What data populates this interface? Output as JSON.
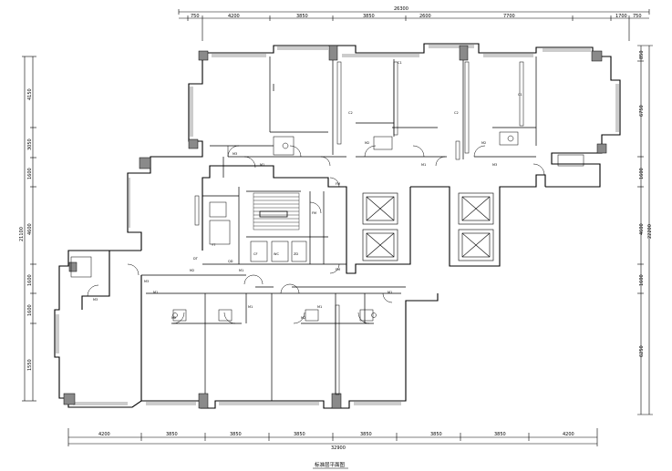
{
  "drawing": {
    "title": "标准层平面图",
    "top_dims": {
      "total": "26300",
      "segments": [
        "750",
        "4200",
        "3850",
        "3850",
        "2600",
        "7700",
        "1700",
        "750"
      ]
    },
    "bottom_dims": {
      "total": "32900",
      "segments": [
        "4200",
        "3850",
        "3850",
        "3850",
        "3850",
        "3850",
        "3850",
        "4200"
      ]
    },
    "left_dims": {
      "total": "21100",
      "segments": [
        "4150",
        "3050",
        "1600",
        "4600",
        "1600",
        "1600",
        "1550"
      ]
    },
    "right_dims": {
      "total": "22200",
      "segments": [
        "850",
        "6750",
        "1600",
        "4600",
        "1600",
        "6250"
      ]
    },
    "room_tags": [
      "M1",
      "M2",
      "M3",
      "FM",
      "C1",
      "C2",
      "YT",
      "CF",
      "WC",
      "ZD",
      "DT",
      "QD"
    ]
  }
}
